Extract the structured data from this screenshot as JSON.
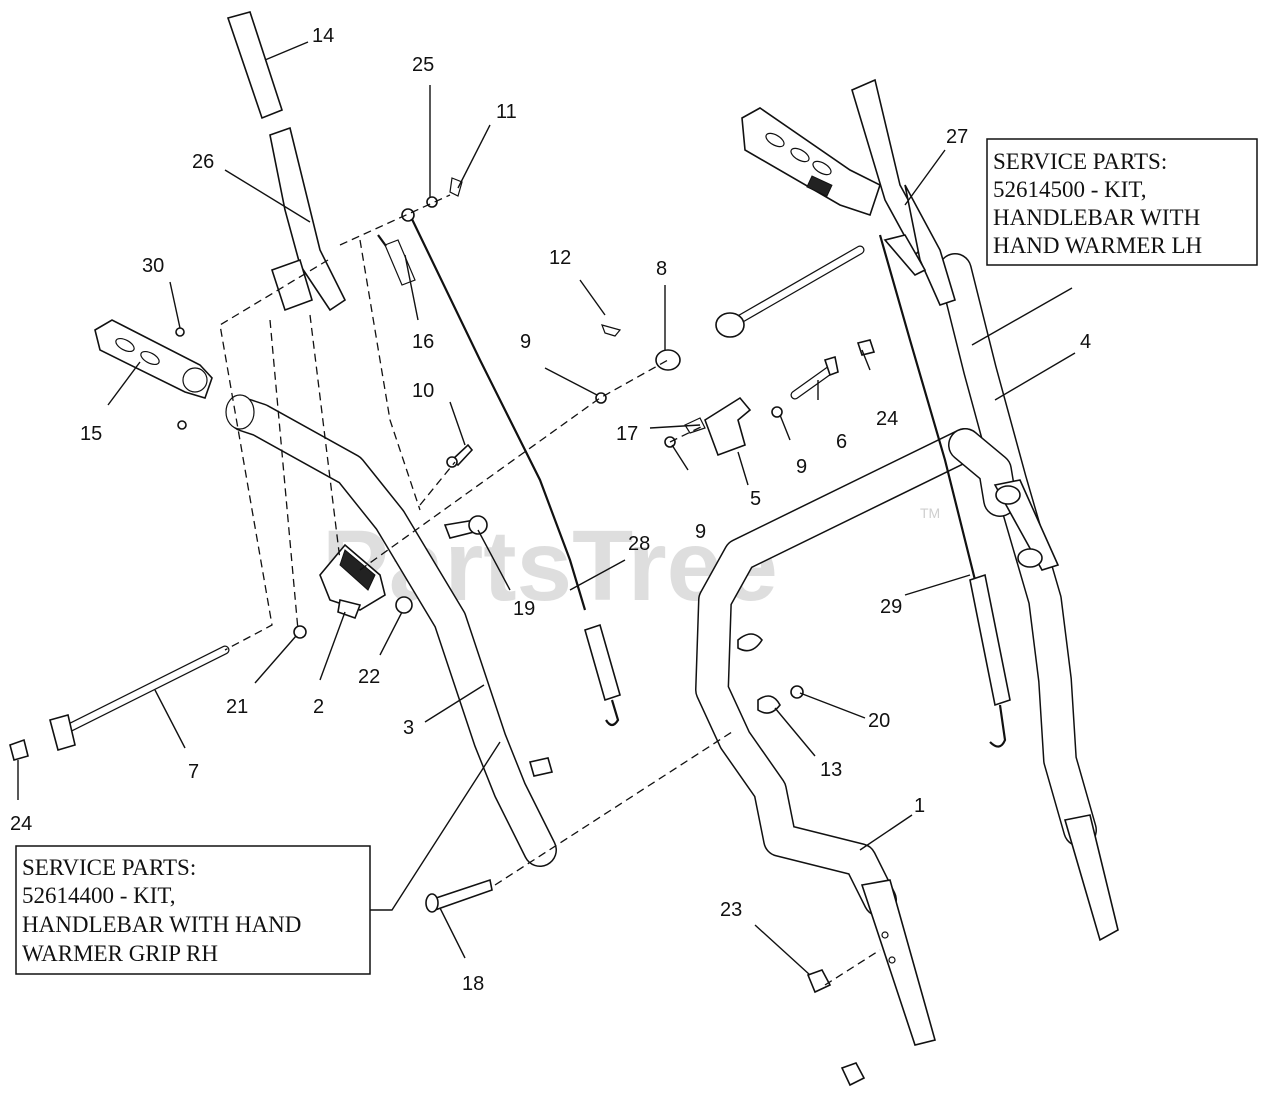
{
  "watermark": {
    "brand": "PartsTree",
    "trademark": "TM"
  },
  "callouts": [
    "14",
    "25",
    "11",
    "26",
    "27",
    "30",
    "12",
    "8",
    "16",
    "9",
    "15",
    "10",
    "24",
    "4",
    "17",
    "6",
    "9",
    "9",
    "5",
    "28",
    "19",
    "29",
    "2",
    "21",
    "22",
    "20",
    "7",
    "3",
    "13",
    "24",
    "1",
    "23",
    "18"
  ],
  "service_boxes": [
    {
      "lines": [
        "SERVICE PARTS:",
        "52614500 - KIT,",
        "HANDLEBAR WITH",
        "HAND WARMER LH"
      ]
    },
    {
      "lines": [
        "SERVICE PARTS:",
        "52614400 - KIT,",
        "HANDLEBAR WITH HAND",
        "WARMER GRIP RH"
      ]
    }
  ]
}
